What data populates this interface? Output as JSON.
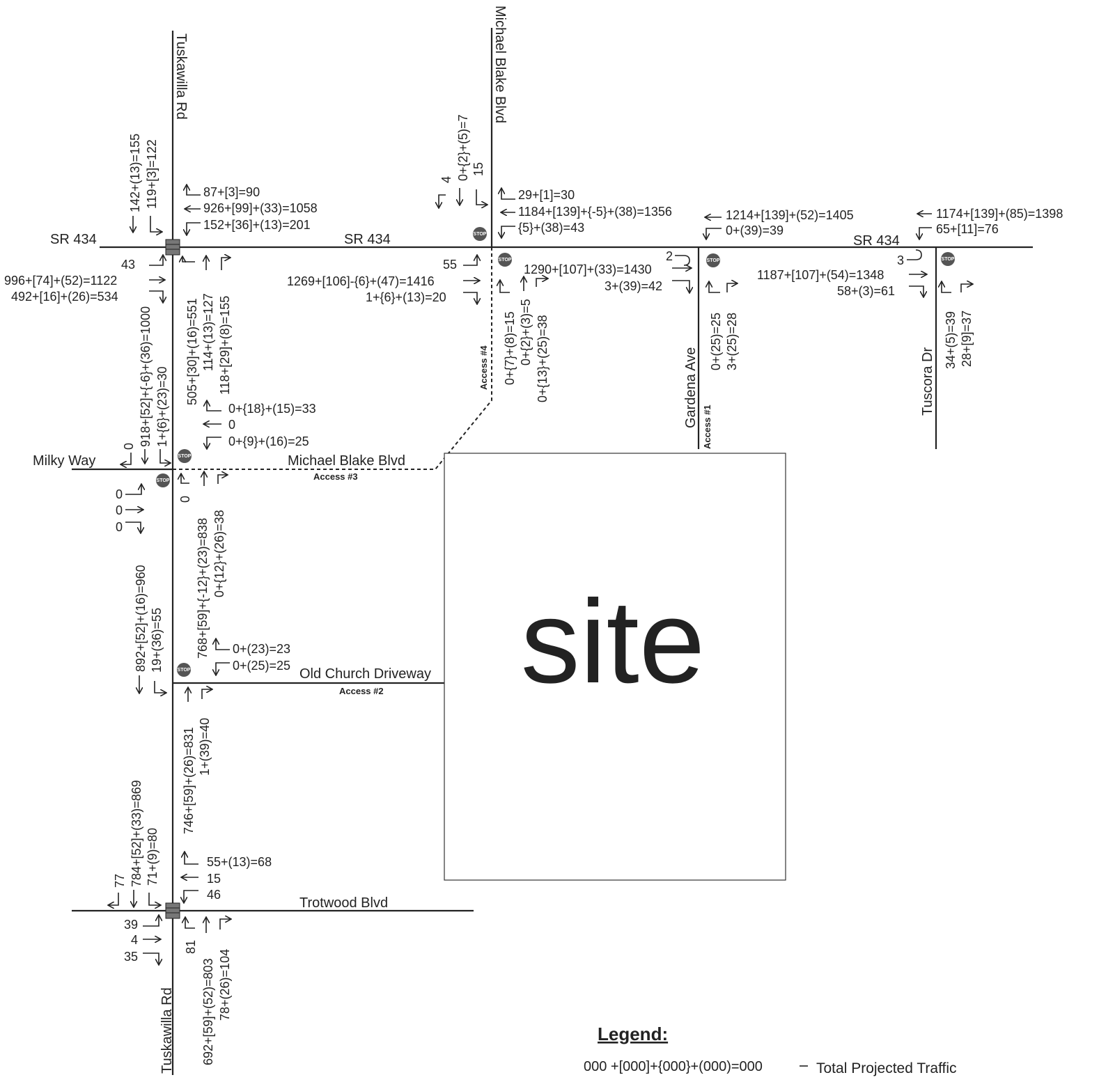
{
  "roads": {
    "sr434_a": "SR 434",
    "sr434_b": "SR 434",
    "sr434_c": "SR 434",
    "tuskawilla_top": "Tuskawilla Rd",
    "tuskawilla_bottom": "Tuskawilla Rd",
    "michael_blake_n": "Michael Blake Blvd",
    "michael_blake_w": "Michael Blake Blvd",
    "milky_way": "Milky Way",
    "old_church": "Old Church Driveway",
    "trotwood": "Trotwood Blvd",
    "gardena": "Gardena Ave",
    "tuscora": "Tuscora Dr"
  },
  "access": {
    "a1": "Access #1",
    "a2": "Access #2",
    "a3": "Access #3",
    "a4": "Access #4"
  },
  "site_label": "site",
  "stop_text": "STOP",
  "legend": {
    "title": "Legend:",
    "formula": "000 +[000]+{000}+(000)=000",
    "meaning": "Total Projected Traffic"
  },
  "volumes": {
    "tusk434_sb1": "142+(13)=155",
    "tusk434_sb2": "119+[3]=122",
    "tusk434_wb_r": "87+[3]=90",
    "tusk434_wb_t": "926+[99]+(33)=1058",
    "tusk434_wb_l": "152+[36]+(13)=201",
    "tusk434_eb_l": "43",
    "tusk434_eb_t": "996+[74]+(52)=1122",
    "tusk434_eb_r": "492+[16]+(26)=534",
    "tusk434_nb_l": "505+[30]+(16)=551",
    "tusk434_nb_t": "114+(13)=127",
    "tusk434_nb_r": "118+[29]+(8)=155",
    "tusk434_sb_v1": "918+[52]+{-6}+(36)=1000",
    "tusk434_sb_v2": "1+{6}+(23)=30",
    "mb434_sb_r": "4",
    "mb434_sb_t": "0+{2}+(5)=7",
    "mb434_sb_l": "15",
    "mb434_wb_r": "29+[1]=30",
    "mb434_wb_t": "1184+[139]+{-5}+(38)=1356",
    "mb434_wb_l": "{5}+(38)=43",
    "mb434_eb_l": "55",
    "mb434_eb_t": "1269+[106]-{6}+(47)=1416",
    "mb434_eb_r": "1+{6}+(13)=20",
    "acc4_nb_l": "0+{7}+(8)=15",
    "acc4_nb_t": "0+{2}+(3)=5",
    "acc4_nb_r": "0+{13}+(25)=38",
    "gard_wb_t": "1214+[139]+(52)=1405",
    "gard_wb_l": "0+(39)=39",
    "gard_eb_u": "2",
    "gard_eb_t": "1290+[107]+(33)=1430",
    "gard_eb_r": "3+(39)=42",
    "gard_nb_l": "0+(25)=25",
    "gard_nb_r": "3+(25)=28",
    "tusc_wb_t": "1174+[139]+(85)=1398",
    "tusc_wb_l": "65+[11]=76",
    "tusc_eb_u": "3",
    "tusc_eb_t": "1187+[107]+(54)=1348",
    "tusc_eb_r": "58+(3)=61",
    "tusc_nb_l": "34+(5)=39",
    "tusc_nb_r": "28+[9]=37",
    "milky_wb_r": "0+{18}+(15)=33",
    "milky_wb_t": "0",
    "milky_wb_l": "0+{9}+(16)=25",
    "milky_sb_r": "0",
    "milky_eb_l": "0",
    "milky_eb_t": "0",
    "milky_eb_r": "0",
    "milky_nb_l": "0",
    "milky_nb_t": "768+[59]+{-12}+(23)=838",
    "milky_nb_r": "0+{12}+(26)=38",
    "oc_sb_t": "892+[52]+(16)=960",
    "oc_sb_l": "19+(36)=55",
    "oc_wb_r": "0+(23)=23",
    "oc_wb_l": "0+(25)=25",
    "oc_nb_t": "746+[59]+(26)=831",
    "oc_nb_r": "1+(39)=40",
    "tw_sb_r": "77",
    "tw_sb_t": "784+[52]+(33)=869",
    "tw_sb_l": "71+(9)=80",
    "tw_wb_r": "55+(13)=68",
    "tw_wb_t": "15",
    "tw_wb_l": "46",
    "tw_eb_l": "39",
    "tw_eb_t": "4",
    "tw_eb_r": "35",
    "tw_nb_l": "81",
    "tw_nb_t": "692+[59]+(52)=803",
    "tw_nb_r": "78+(26)=104"
  }
}
